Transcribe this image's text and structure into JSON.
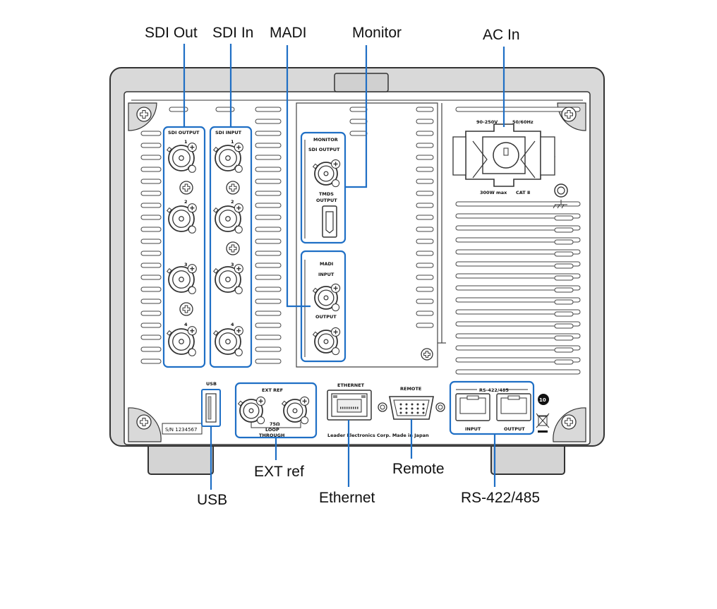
{
  "callouts": {
    "sdi_out": "SDI Out",
    "sdi_in": "SDI In",
    "madi": "MADI",
    "monitor": "Monitor",
    "ac_in": "AC In",
    "ext_ref": "EXT ref",
    "usb": "USB",
    "ethernet": "Ethernet",
    "remote": "Remote",
    "rs": "RS-422/485"
  },
  "panel": {
    "sdi_output": "SDI OUTPUT",
    "sdi_input": "SDI INPUT",
    "port_1": "1",
    "port_2": "2",
    "port_3": "3",
    "port_4": "4",
    "monitor": "MONITOR",
    "monitor_sdi_output": "SDI OUTPUT",
    "tmds_line1": "TMDS",
    "tmds_line2": "OUTPUT",
    "madi": "MADI",
    "madi_input": "INPUT",
    "madi_output": "OUTPUT",
    "voltage": "90-250V",
    "frequency": "50/60Hz",
    "power_max": "300W max",
    "cat": "CAT Ⅱ",
    "usb": "USB",
    "ext_ref": "EXT REF",
    "ohm": "75Ω",
    "loop": "LOOP",
    "through": "THROUGH",
    "ethernet": "ETHERNET",
    "remote": "REMOTE",
    "rs": "RS-422/485",
    "rs_input": "INPUT",
    "rs_output": "OUTPUT",
    "maker": "Leader Electronics Corp. Made in Japan",
    "serial": "S/N  1234567",
    "eco_mark": "10"
  },
  "colors": {
    "accent": "#1f6fc5",
    "outline": "#555555",
    "panel_fill": "#ffffff",
    "chassis_fill": "#d9d9d9"
  }
}
